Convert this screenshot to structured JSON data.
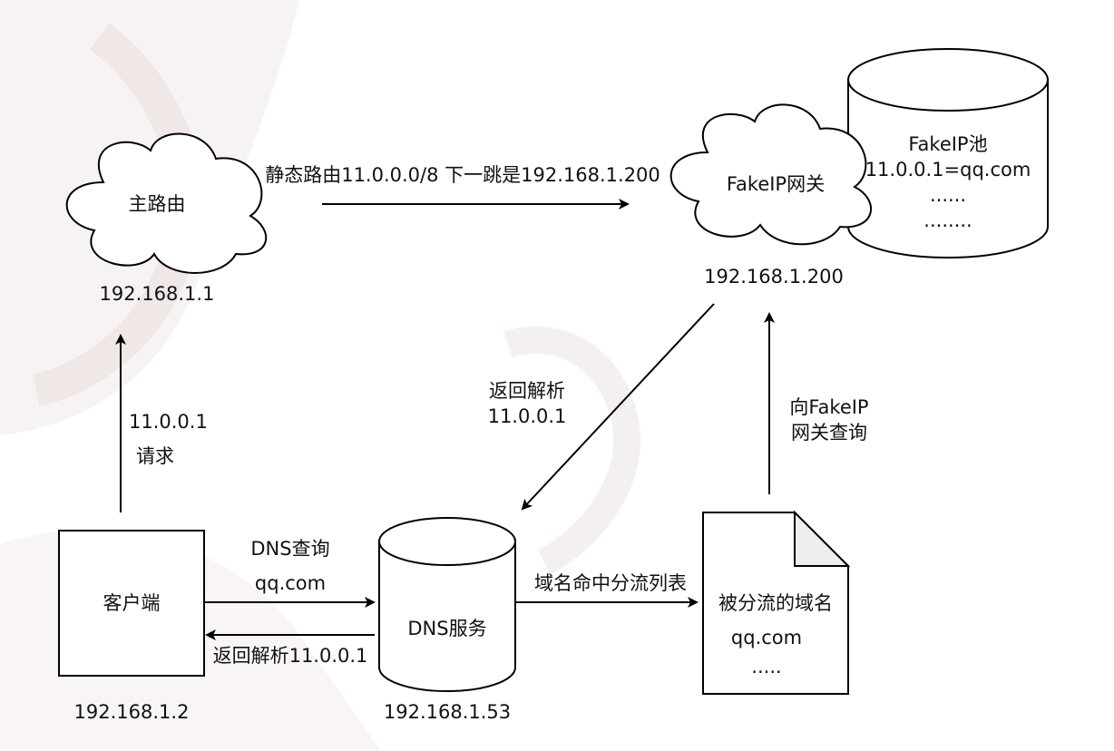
{
  "nodes": {
    "main_router": {
      "label": "主路由",
      "ip": "192.168.1.1"
    },
    "fakeip_gateway": {
      "label": "FakeIP网关",
      "ip": "192.168.1.200"
    },
    "fakeip_pool": {
      "lines": [
        "FakeIP池",
        "11.0.0.1=qq.com",
        "......",
        "........"
      ]
    },
    "client": {
      "label": "客户端",
      "ip": "192.168.1.2"
    },
    "dns_service": {
      "label": "DNS服务",
      "ip": "192.168.1.53"
    },
    "domain_list": {
      "lines": [
        "被分流的域名",
        "qq.com",
        "....."
      ]
    }
  },
  "edges": {
    "static_route": "静态路由11.0.0.0/8 下一跳是192.168.1.200",
    "request": [
      "11.0.0.1",
      "请求"
    ],
    "dns_query": [
      "DNS查询",
      "qq.com"
    ],
    "dns_reply": "返回解析11.0.0.1",
    "gateway_reply": [
      "返回解析",
      "11.0.0.1"
    ],
    "match_list": "域名命中分流列表",
    "query_gateway": [
      "向FakeIP",
      "网关查询"
    ]
  }
}
